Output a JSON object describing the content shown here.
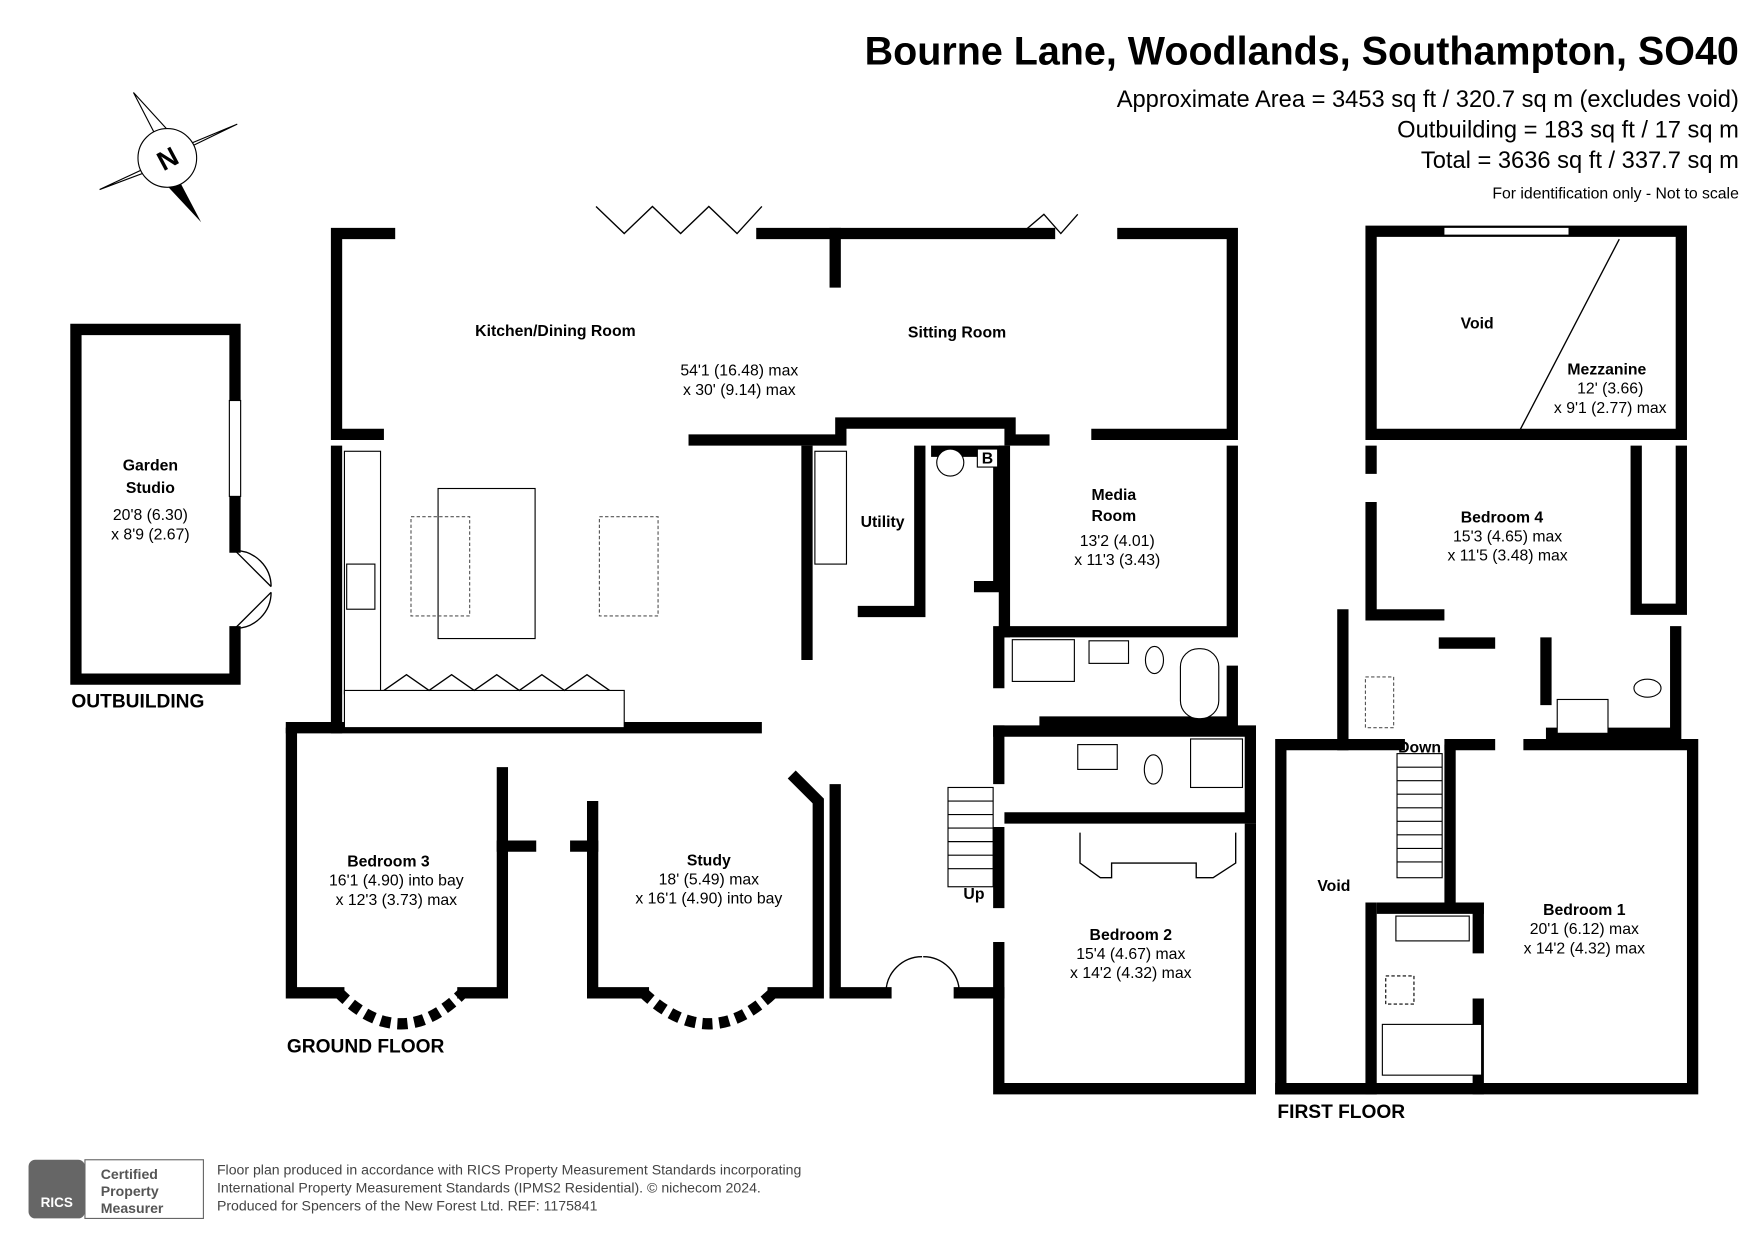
{
  "header": {
    "title": "Bourne Lane, Woodlands, Southampton, SO40",
    "area_lines": [
      "Approximate Area = 3453 sq ft / 320.7 sq m (excludes void)",
      "Outbuilding = 183 sq ft / 17 sq m",
      "Total = 3636 sq ft / 337.7 sq m"
    ],
    "note": "For identification only - Not to scale"
  },
  "compass": {
    "label": "N"
  },
  "floors": {
    "outbuilding": "OUTBUILDING",
    "ground": "GROUND FLOOR",
    "first": "FIRST FLOOR"
  },
  "rooms": {
    "garden_studio": {
      "name1": "Garden",
      "name2": "Studio",
      "dim1": "20'8 (6.30)",
      "dim2": "x 8'9 (2.67)"
    },
    "kitchen": {
      "name": "Kitchen/Dining Room"
    },
    "sitting": {
      "name": "Sitting Room",
      "dim1": "54'1 (16.48) max",
      "dim2": "x 30' (9.14) max"
    },
    "utility": {
      "name": "Utility"
    },
    "boiler": {
      "name": "B"
    },
    "media": {
      "name1": "Media",
      "name2": "Room",
      "dim1": "13'2 (4.01)",
      "dim2": "x 11'3 (3.43)"
    },
    "bedroom3": {
      "name": "Bedroom 3",
      "dim1": "16'1 (4.90) into bay",
      "dim2": "x 12'3 (3.73) max"
    },
    "study": {
      "name": "Study",
      "dim1": "18' (5.49) max",
      "dim2": "x 16'1 (4.90) into bay"
    },
    "bedroom2": {
      "name": "Bedroom 2",
      "dim1": "15'4 (4.67) max",
      "dim2": "x 14'2 (4.32) max"
    },
    "stairs_up": {
      "name": "Up"
    },
    "void1": {
      "name": "Void"
    },
    "mezzanine": {
      "name": "Mezzanine",
      "dim1": "12' (3.66)",
      "dim2": "x 9'1 (2.77) max"
    },
    "bedroom4": {
      "name": "Bedroom 4",
      "dim1": "15'3 (4.65) max",
      "dim2": "x 11'5 (3.48) max"
    },
    "void2": {
      "name": "Void"
    },
    "stairs_down": {
      "name": "Down"
    },
    "bedroom1": {
      "name": "Bedroom 1",
      "dim1": "20'1 (6.12) max",
      "dim2": "x 14'2 (4.32) max"
    }
  },
  "footer": {
    "badge_brand": "RICS",
    "badge_text": [
      "Certified",
      "Property",
      "Measurer"
    ],
    "lines": [
      "Floor plan produced in accordance with RICS Property Measurement Standards incorporating",
      "International Property Measurement Standards (IPMS2 Residential).   © nichecom 2024.",
      "Produced for Spencers of the New Forest Ltd.   REF:  1175841"
    ]
  }
}
